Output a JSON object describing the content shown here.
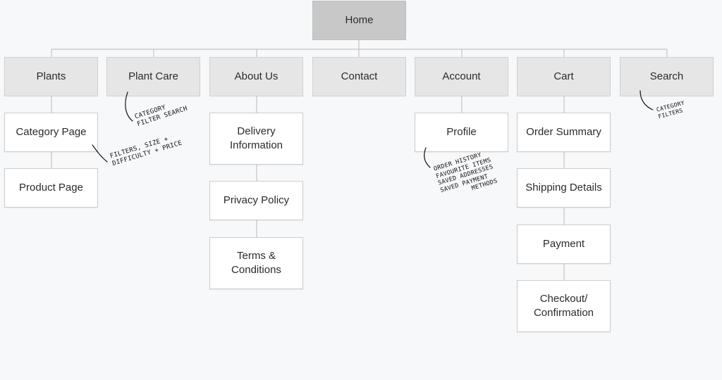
{
  "sitemap": {
    "home": "Home",
    "sections": [
      {
        "label": "Plants",
        "children": [
          "Category Page",
          "Product Page"
        ]
      },
      {
        "label": "Plant Care",
        "children": []
      },
      {
        "label": "About Us",
        "children": [
          "Delivery Information",
          "Privacy Policy",
          "Terms & Conditions"
        ]
      },
      {
        "label": "Contact",
        "children": []
      },
      {
        "label": "Account",
        "children": [
          "Profile"
        ]
      },
      {
        "label": "Cart",
        "children": [
          "Order Summary",
          "Shipping Details",
          "Payment",
          "Checkout/ Confirmation"
        ]
      },
      {
        "label": "Search",
        "children": []
      }
    ]
  },
  "annotations": {
    "plant_care": "CATEGORY\nFILTER SEARCH",
    "category_page": "FILTERS, SIZE +\nDIFFICULTY + PRICE",
    "profile": "ORDER HISTORY\nFAVOURITE ITEMS\nSAVED ADDRESSES\nSAVED PAYMENT\n        METHODS",
    "search": "CATEGORY\nFILTERS"
  },
  "colors": {
    "home_fill": "#c8c8c8",
    "section_fill": "#e6e6e6",
    "page_fill": "#ffffff",
    "connector": "#c4c4c4",
    "background": "#f7f8fa"
  }
}
